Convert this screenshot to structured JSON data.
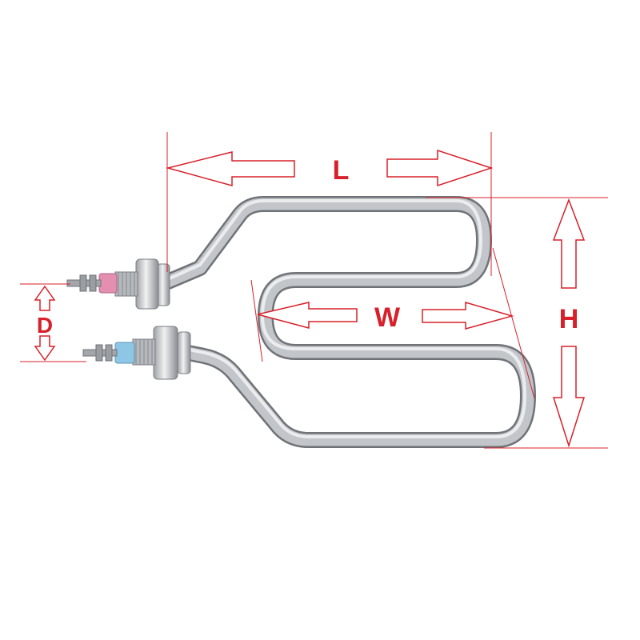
{
  "diagram": {
    "labels": {
      "length": "L",
      "width": "W",
      "height": "H",
      "distance": "D"
    },
    "colors": {
      "dimension": "#d7202a",
      "arrow_fill": "#ffffff",
      "arrow_stroke": "#d7202a",
      "tube": "#b9bcc0",
      "tube_highlight": "#e6e8ea",
      "fitting": "#c8cacd",
      "insulator_top": "#e48fb0",
      "insulator_bottom": "#8ec6e6"
    },
    "icons": {
      "element": "heating-element-icon",
      "arrow": "hollow-arrow-icon"
    }
  }
}
